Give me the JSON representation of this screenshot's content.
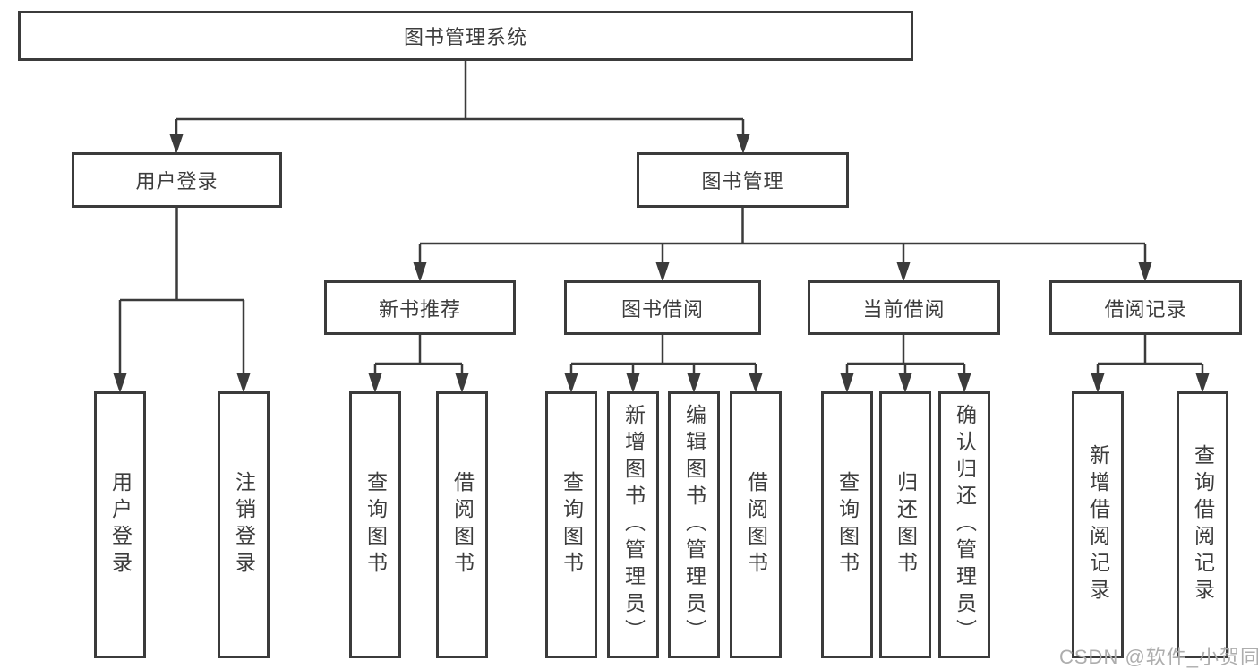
{
  "diagram": {
    "root": "图书管理系统",
    "user_login": {
      "label": "用户登录",
      "leaves": [
        "用户登录",
        "注销登录"
      ]
    },
    "book_management": {
      "label": "图书管理",
      "modules": [
        {
          "label": "新书推荐",
          "leaves": [
            "查询图书",
            "借阅图书"
          ]
        },
        {
          "label": "图书借阅",
          "leaves": [
            "查询图书",
            "新增图书（管理员）",
            "编辑图书（管理员）",
            "借阅图书"
          ]
        },
        {
          "label": "当前借阅",
          "leaves": [
            "查询图书",
            "归还图书",
            "确认归还（管理员）"
          ]
        },
        {
          "label": "借阅记录",
          "leaves": [
            "新增借阅记录",
            "查询借阅记录"
          ]
        }
      ]
    }
  },
  "watermark": "CSDN @软件_小贺同学",
  "colors": {
    "line": "#3b3b3b",
    "text": "#3d3d3d",
    "watermark": "#adadad",
    "background": "#ffffff"
  }
}
